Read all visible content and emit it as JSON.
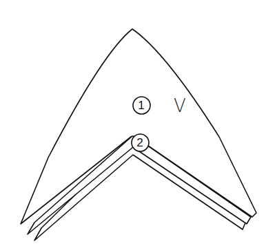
{
  "diagram": {
    "nodes": [
      {
        "text": [
          "1"
        ]
      },
      {
        "text": [
          "2"
        ]
      }
    ],
    "labels": [
      "V"
    ]
  }
}
